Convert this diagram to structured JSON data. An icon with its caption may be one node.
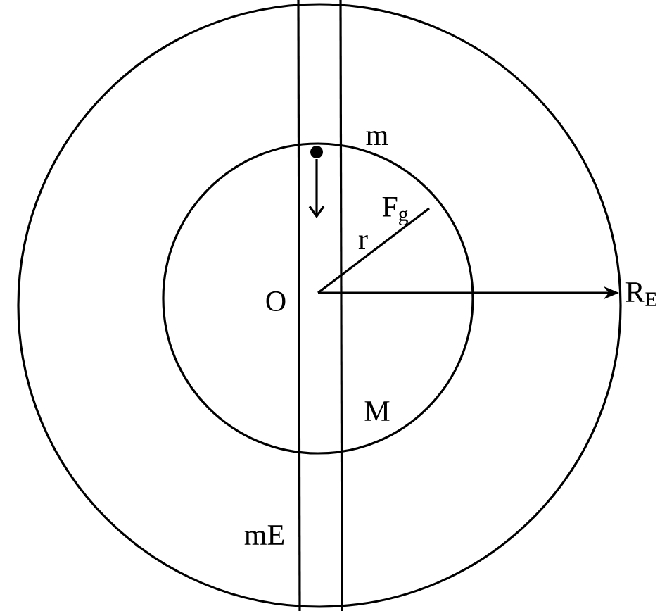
{
  "diagram": {
    "labels": [
      "m",
      "F$_{g}$",
      "r",
      "O",
      "R$_{E}$",
      "M",
      "mE"
    ]
  }
}
